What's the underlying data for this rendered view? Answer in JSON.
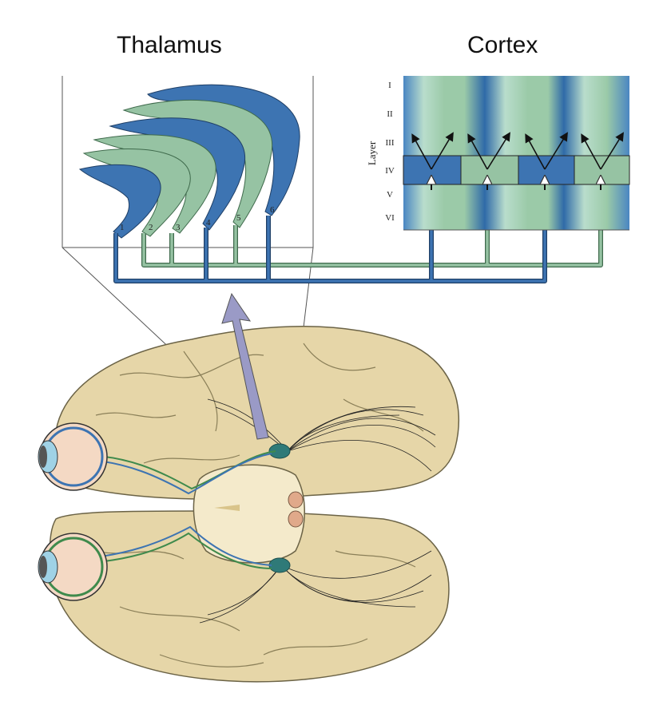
{
  "titles": {
    "left": "Thalamus",
    "right": "Cortex"
  },
  "thalamus": {
    "lamina_numbers": [
      "1",
      "2",
      "3",
      "4",
      "5",
      "6"
    ]
  },
  "cortex": {
    "axis_label": "Layer",
    "layers": [
      "I",
      "II",
      "III",
      "IV",
      "V",
      "VI"
    ]
  },
  "colors": {
    "magno_blue": "#3d74b2",
    "parvo_green": "#96c3a3",
    "brain": "#e6d6a8",
    "brain_outline": "#6b6346",
    "nucleus": "#2f7a78"
  }
}
